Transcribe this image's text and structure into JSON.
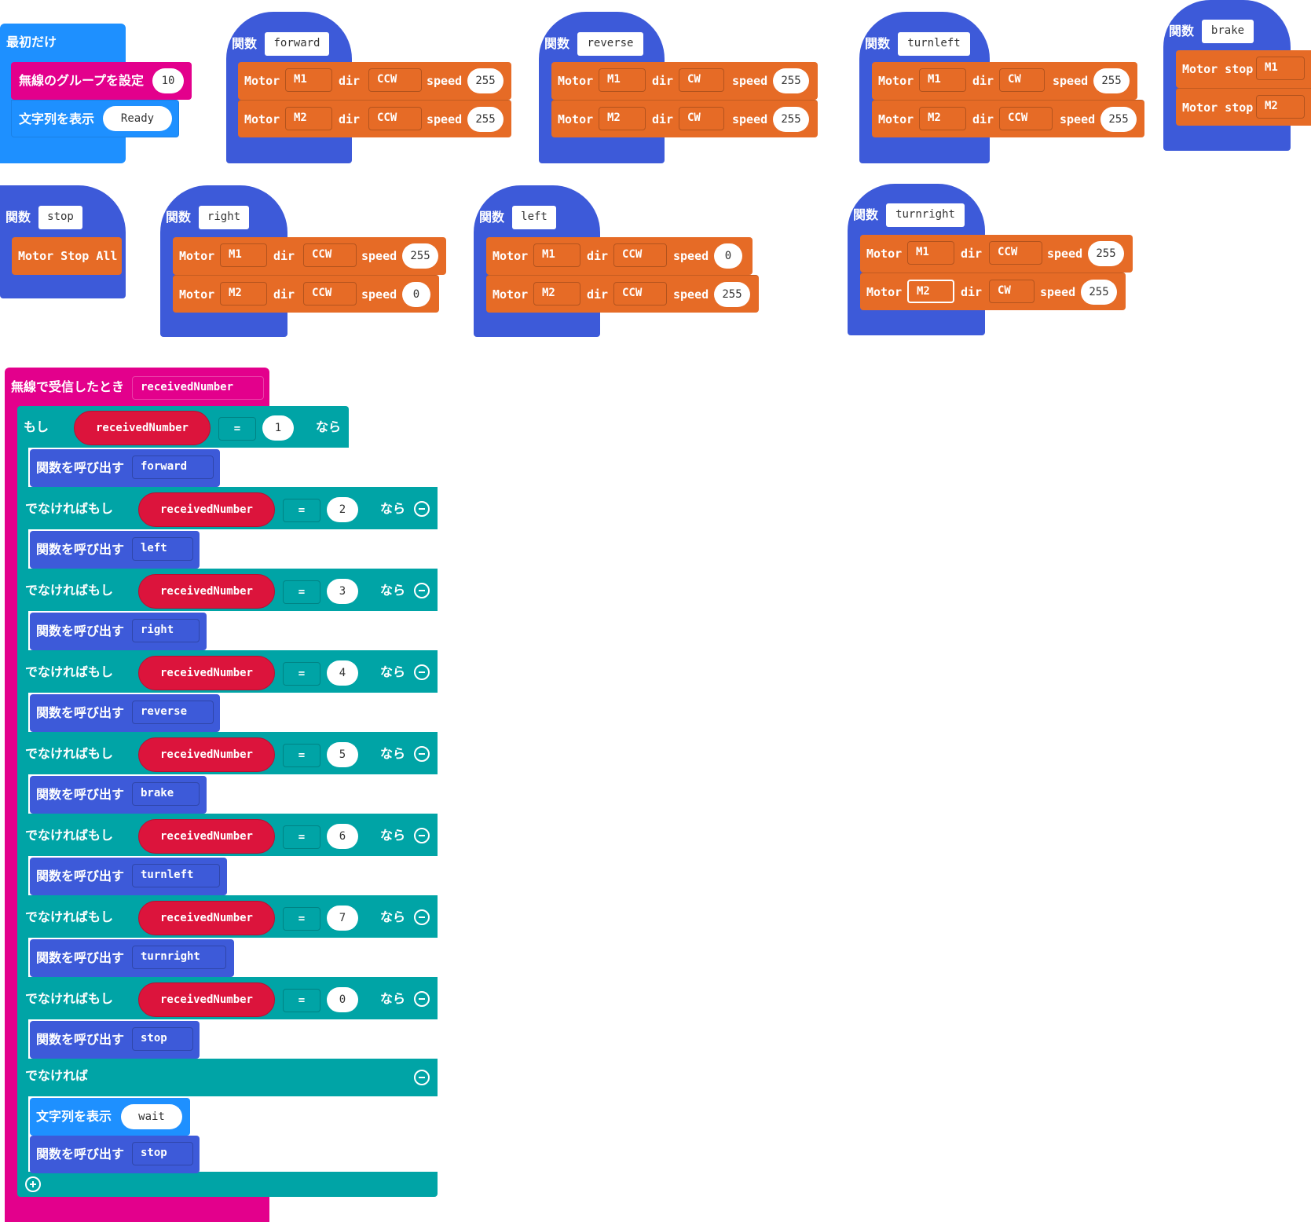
{
  "on_start": {
    "label": "最初だけ",
    "radio_group": {
      "label": "無線のグループを設定",
      "value": "10"
    },
    "show_string": {
      "label": "文字列を表示",
      "value": "Ready"
    }
  },
  "keywords": {
    "function": "関数",
    "motor": "Motor",
    "dir": "dir",
    "speed": "speed",
    "motor_stop": "Motor stop",
    "motor_stop_all": "Motor Stop All",
    "call_function": "関数を呼び出す",
    "if": "もし",
    "then": "なら",
    "else_if": "でなければもし",
    "else": "でなければ",
    "eq": "="
  },
  "functions": {
    "forward": {
      "name": "forward",
      "rows": [
        {
          "motor": "M1",
          "dir": "CCW",
          "speed": "255"
        },
        {
          "motor": "M2",
          "dir": "CCW",
          "speed": "255"
        }
      ]
    },
    "reverse": {
      "name": "reverse",
      "rows": [
        {
          "motor": "M1",
          "dir": "CW",
          "speed": "255"
        },
        {
          "motor": "M2",
          "dir": "CW",
          "speed": "255"
        }
      ]
    },
    "turnleft": {
      "name": "turnleft",
      "rows": [
        {
          "motor": "M1",
          "dir": "CW",
          "speed": "255"
        },
        {
          "motor": "M2",
          "dir": "CCW",
          "speed": "255"
        }
      ]
    },
    "brake": {
      "name": "brake",
      "rows": [
        {
          "motor": "M1"
        },
        {
          "motor": "M2"
        }
      ]
    },
    "stop": {
      "name": "stop"
    },
    "right": {
      "name": "right",
      "rows": [
        {
          "motor": "M1",
          "dir": "CCW",
          "speed": "255"
        },
        {
          "motor": "M2",
          "dir": "CCW",
          "speed": "0"
        }
      ]
    },
    "left": {
      "name": "left",
      "rows": [
        {
          "motor": "M1",
          "dir": "CCW",
          "speed": "0"
        },
        {
          "motor": "M2",
          "dir": "CCW",
          "speed": "255"
        }
      ]
    },
    "turnright": {
      "name": "turnright",
      "rows": [
        {
          "motor": "M1",
          "dir": "CCW",
          "speed": "255"
        },
        {
          "motor": "M2",
          "dir": "CW",
          "speed": "255"
        }
      ]
    }
  },
  "radio_handler": {
    "label": "無線で受信したとき",
    "param": "receivedNumber",
    "branches": [
      {
        "var": "receivedNumber",
        "value": "1",
        "call": "forward"
      },
      {
        "var": "receivedNumber",
        "value": "2",
        "call": "left"
      },
      {
        "var": "receivedNumber",
        "value": "3",
        "call": "right"
      },
      {
        "var": "receivedNumber",
        "value": "4",
        "call": "reverse"
      },
      {
        "var": "receivedNumber",
        "value": "5",
        "call": "brake"
      },
      {
        "var": "receivedNumber",
        "value": "6",
        "call": "turnleft"
      },
      {
        "var": "receivedNumber",
        "value": "7",
        "call": "turnright"
      },
      {
        "var": "receivedNumber",
        "value": "0",
        "call": "stop"
      }
    ],
    "else": {
      "show_string": "wait",
      "call": "stop"
    }
  }
}
